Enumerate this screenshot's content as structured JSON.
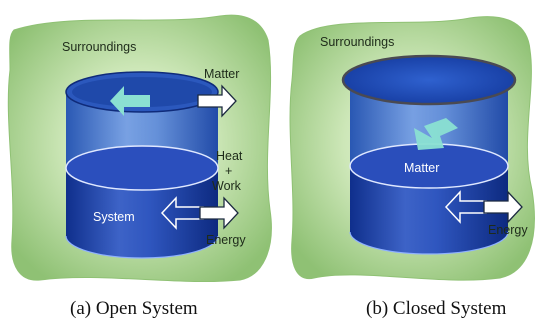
{
  "open_panel": {
    "surroundings": "Surroundings",
    "matter": "Matter",
    "heat_line1": "Heat",
    "heat_plus": "+",
    "heat_line2": "Work",
    "system": "System",
    "energy": "Energy",
    "caption": "(a) Open System"
  },
  "closed_panel": {
    "surroundings": "Surroundings",
    "matter": "Matter",
    "energy": "Energy",
    "caption": "(b) Closed System"
  },
  "colors": {
    "surroundings_green": "#a6d08a",
    "surroundings_light": "#def0cf",
    "cylinder_blue": "#1a3fa6",
    "liquid_blue": "#2746b3",
    "lid_blue": "#1f49b8",
    "arrow_teal": "#8ae0d2"
  }
}
